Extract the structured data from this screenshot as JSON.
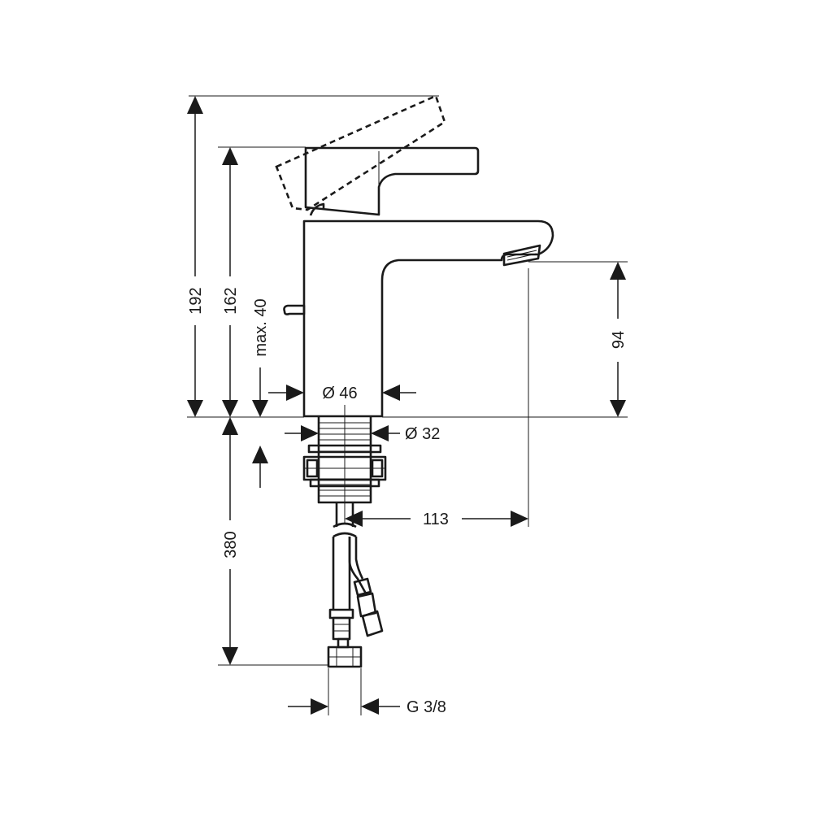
{
  "dimensions": {
    "d192": "192",
    "d162": "162",
    "max40": "max. 40",
    "d94": "94",
    "dia46": "Ø 46",
    "dia32": "Ø 32",
    "d113": "113",
    "d380": "380",
    "g38": "G 3/8"
  }
}
